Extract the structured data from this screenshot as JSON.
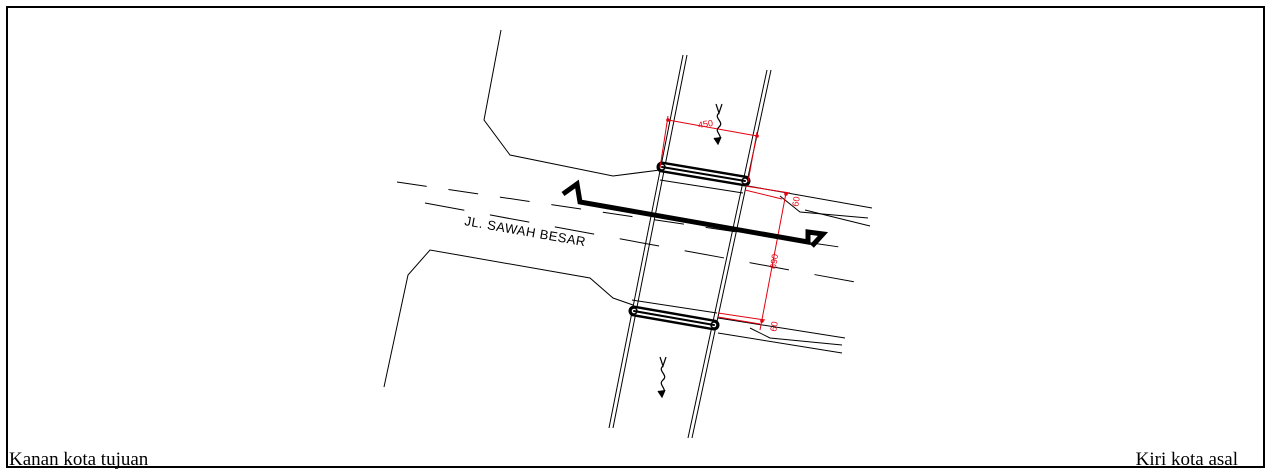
{
  "street_name": "JL. SAWAH BESAR",
  "dimensions": {
    "top_width": "450",
    "top_offset": "60",
    "span": "690",
    "bottom_offset": "60"
  },
  "captions": {
    "left": "Kanan kota tujuan",
    "right": "Kiri kota asal"
  },
  "colors": {
    "linework": "#000000",
    "dimension": "#e3000f"
  },
  "icons": {
    "flow_top": "water-flow-arrow-icon",
    "flow_bottom": "water-flow-arrow-icon",
    "direction": "u-turn-arrow-icon"
  }
}
